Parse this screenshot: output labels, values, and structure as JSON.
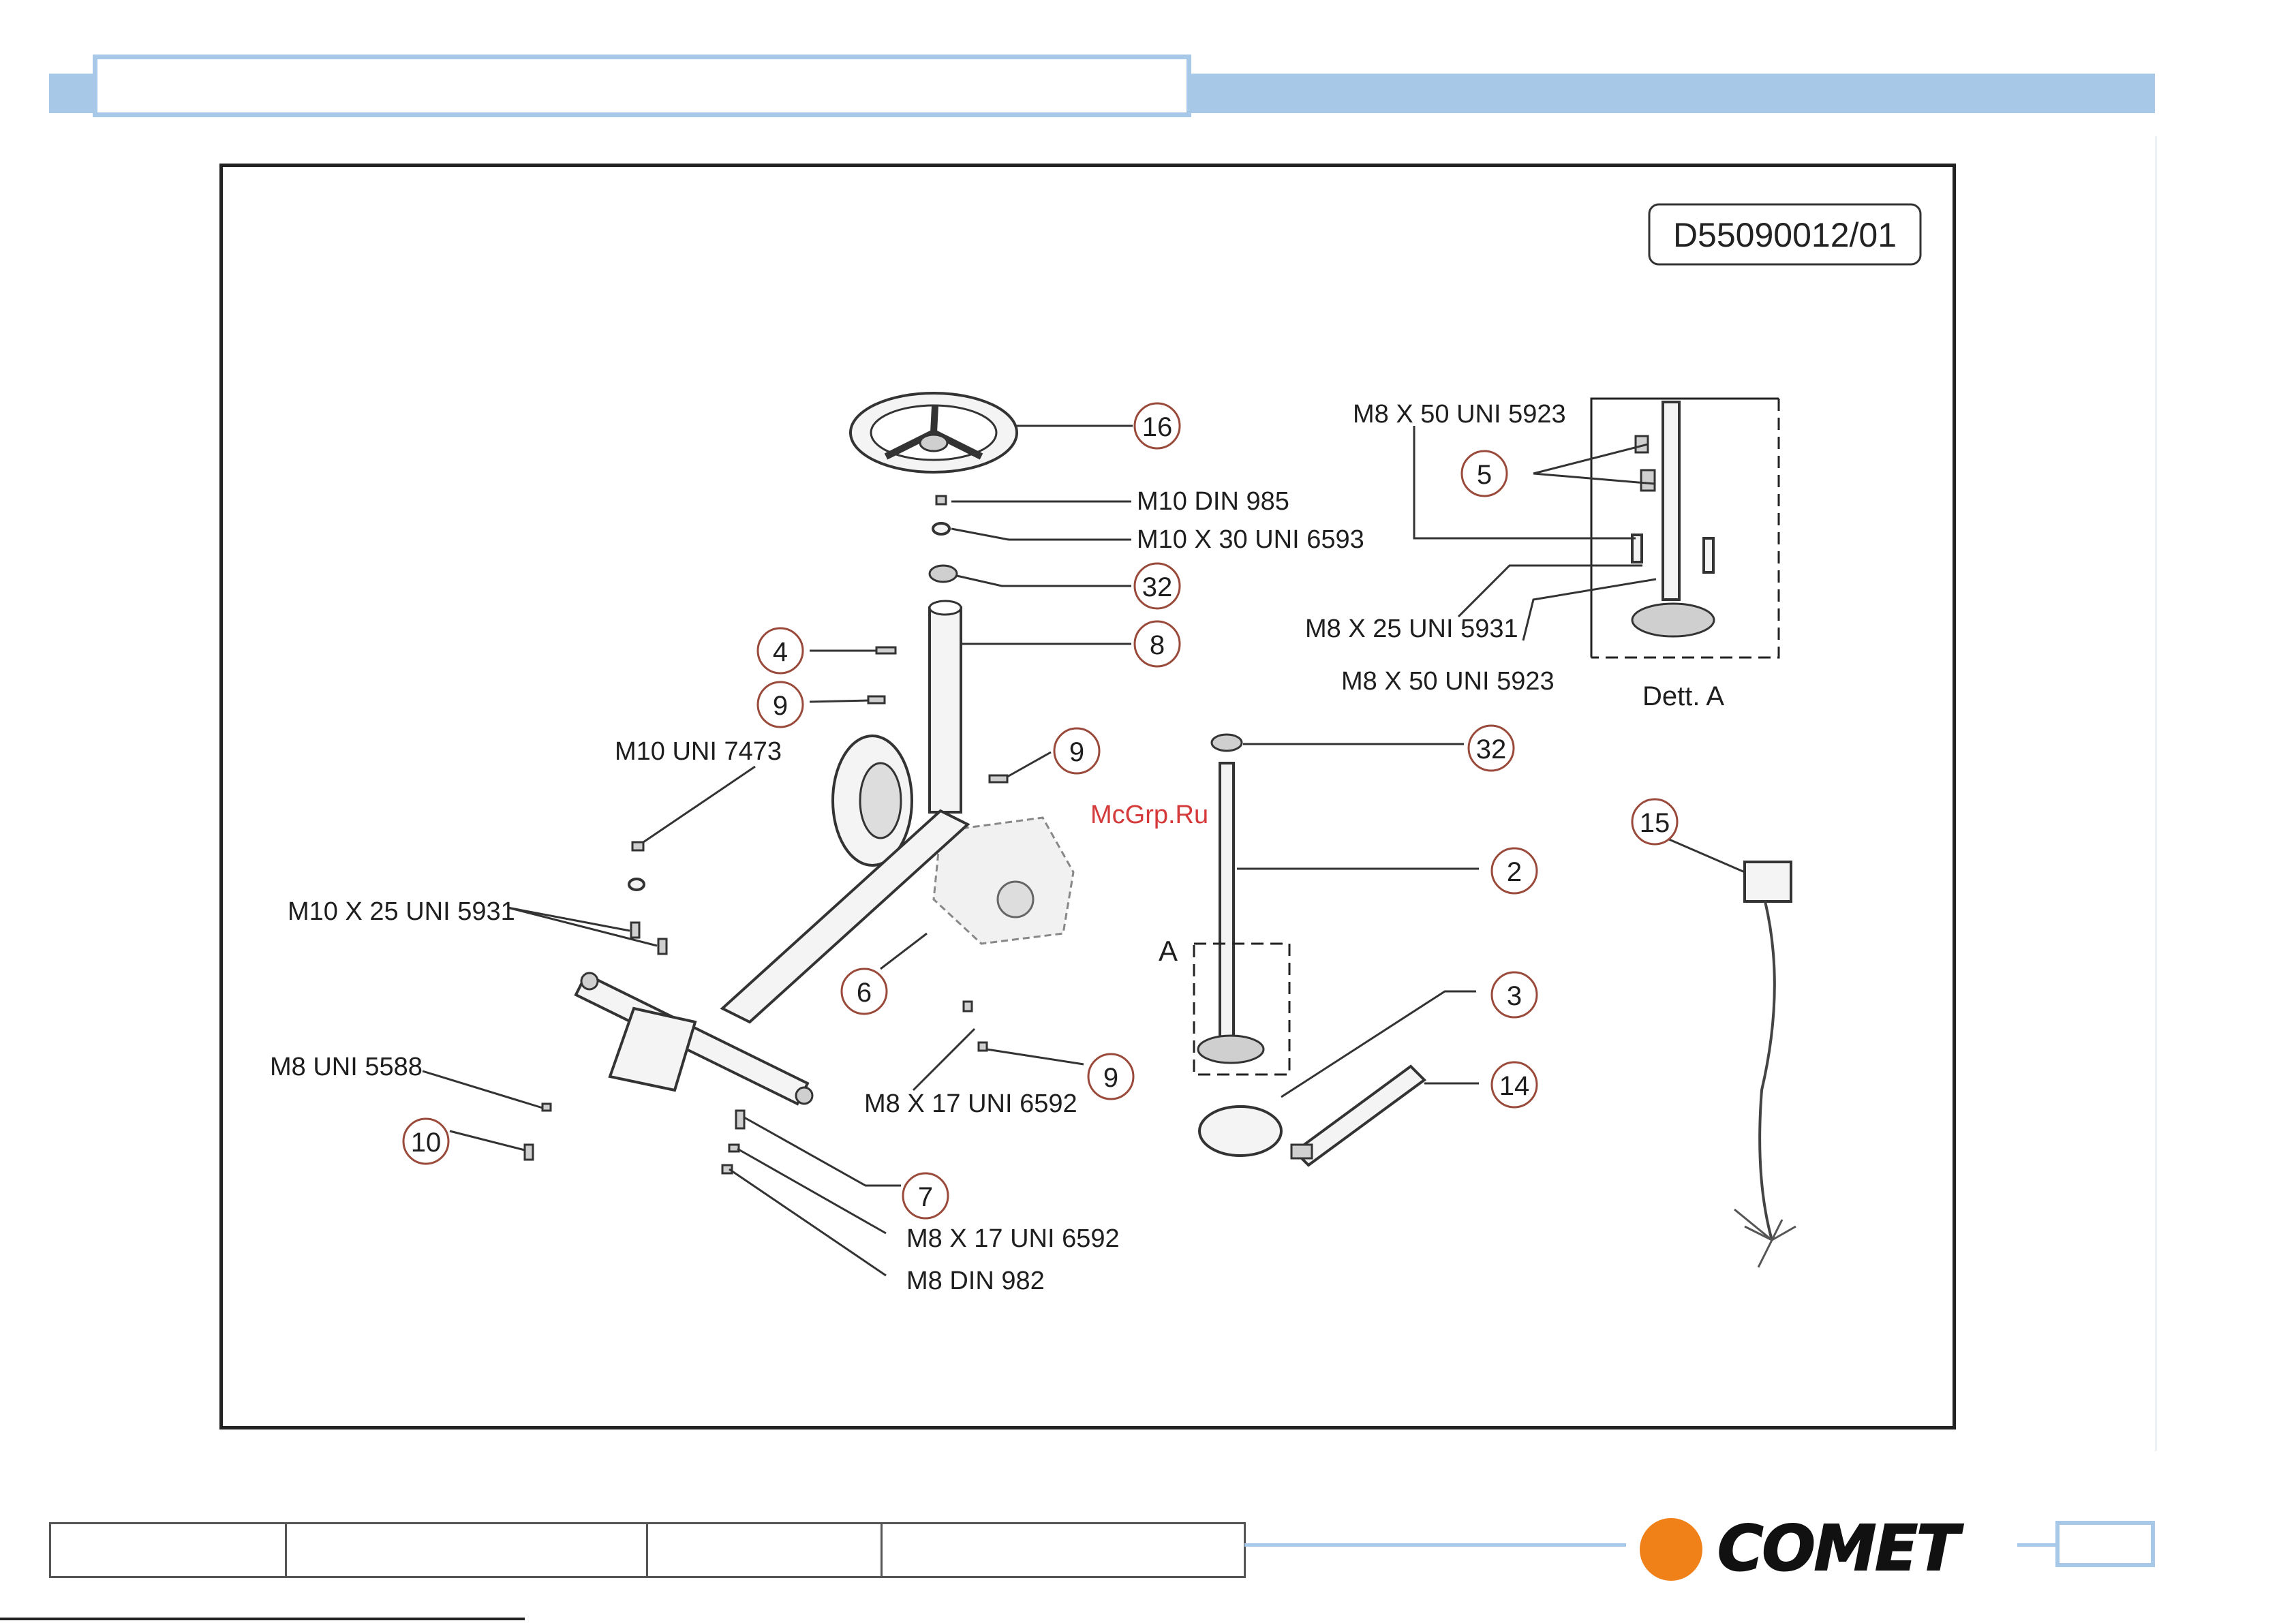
{
  "drawing": {
    "code": "D55090012/01",
    "watermark": "McGrp.Ru",
    "detail_title": "Dett. A",
    "detail_marker": "A",
    "callouts": {
      "c16": "16",
      "c5": "5",
      "c32a": "32",
      "c4": "4",
      "c8": "8",
      "c9a": "9",
      "c9b": "9",
      "c32b": "32",
      "c15": "15",
      "c2": "2",
      "c6": "6",
      "c3": "3",
      "c9c": "9",
      "c14": "14",
      "c10": "10",
      "c7": "7"
    },
    "labels": {
      "m10_din985": "M10 DIN 985",
      "m10x30_uni6593": "M10 X 30 UNI 6593",
      "m8x50_uni5923_top": "M8 X 50 UNI 5923",
      "m8x25_uni5931": "M8 X 25 UNI 5931",
      "m8x50_uni5923_bottom": "M8 X 50 UNI 5923",
      "m10_uni7473": "M10 UNI 7473",
      "m10x25_uni5931": "M10 X 25 UNI 5931",
      "m8x17_uni6592_mid": "M8 X 17 UNI 6592",
      "m8_uni5588": "M8 UNI 5588",
      "m8x17_uni6592_bottom": "M8 X 17 UNI 6592",
      "m8_din982": "M8 DIN 982"
    }
  },
  "footer": {
    "logo_text": "COMET",
    "logo_colors": {
      "dot": "#f08018",
      "text": "#111111"
    }
  },
  "colors": {
    "accent": "#a8c8e8",
    "callout_ring": "#9a4a3a"
  }
}
